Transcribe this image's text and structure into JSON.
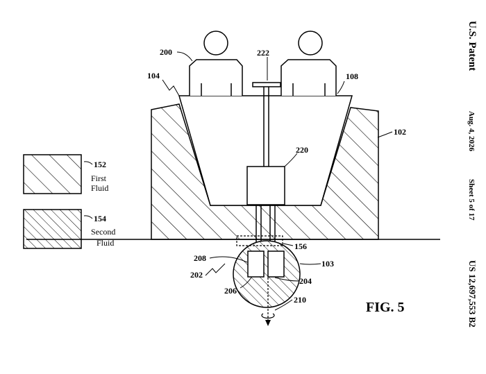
{
  "header": {
    "office": "U.S. Patent",
    "date": "Aug. 4, 2026",
    "sheet": "Sheet 5 of 17",
    "number": "US 12,697,553 B2"
  },
  "figure": {
    "label": "FIG. 5"
  },
  "legend": [
    {
      "ref": "152",
      "line1": "First",
      "line2": "Fluid"
    },
    {
      "ref": "154",
      "line1": "Second",
      "line2": "Fluid"
    }
  ],
  "refs": {
    "r200": "200",
    "r222": "222",
    "r104": "104",
    "r108": "108",
    "r102": "102",
    "r220": "220",
    "r156": "156",
    "r208": "208",
    "r103": "103",
    "r202": "202",
    "r204": "204",
    "r206": "206",
    "r210": "210"
  }
}
